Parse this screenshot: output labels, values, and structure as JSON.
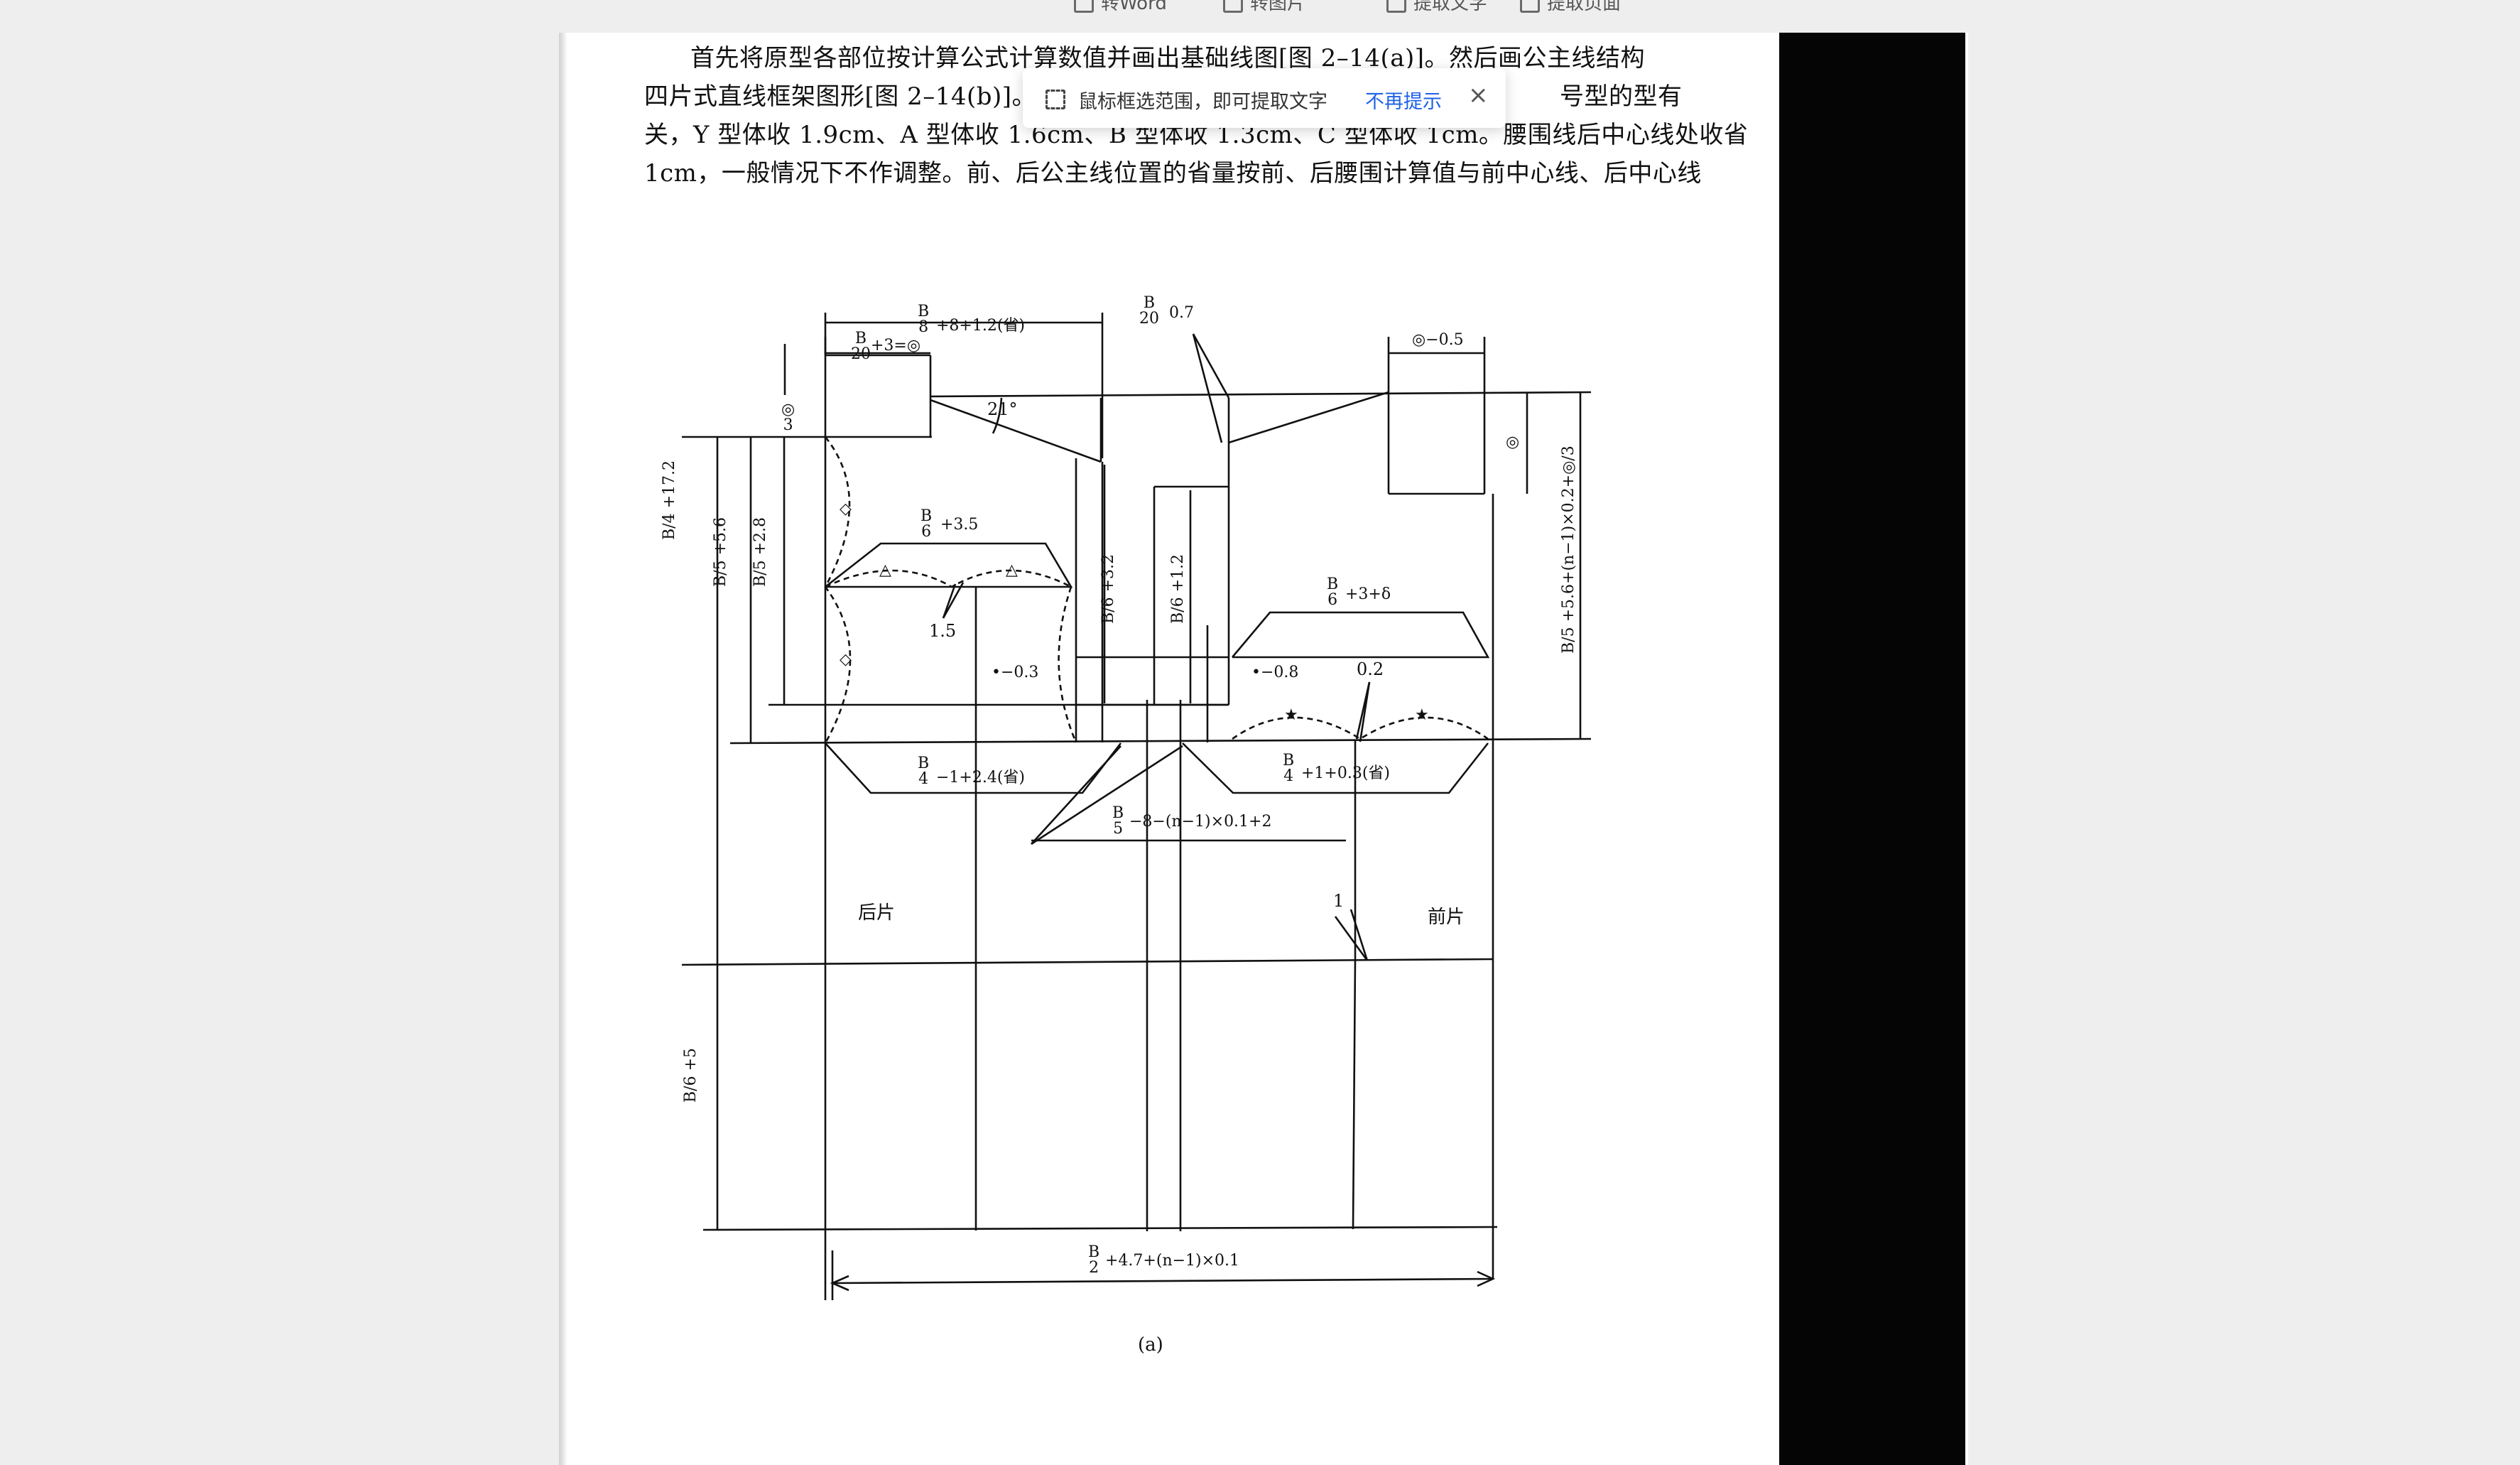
{
  "toolbar": {
    "items": [
      {
        "label": "转Word",
        "icon": "word-icon"
      },
      {
        "label": "转图片",
        "icon": "image-icon"
      },
      {
        "label": "提取文字",
        "icon": "extract-text-icon"
      },
      {
        "label": "提取页面",
        "icon": "extract-page-icon"
      }
    ]
  },
  "ocr_tip": {
    "message": "鼠标框选范围，即可提取文字",
    "dismiss_link": "不再提示",
    "close_glyph": "×"
  },
  "body_text": {
    "line1": "首先将原型各部位按计算公式计算数值并画出基础线图[图 2–14(a)]。然后画公主线结构",
    "line2_left": "四片式直线框架图形[图 2–14(b)]。",
    "line2_right": "号型的型有",
    "line3": "关，Y 型体收 1.9cm、A 型体收 1.6cm、B 型体收 1.3cm、C 型体收 1cm。腰围线后中心线处收省",
    "line4": "1cm，一般情况下不作调整。前、后公主线位置的省量按前、后腰围计算值与前中心线、后中心线"
  },
  "figure": {
    "caption": "(a)",
    "labels": {
      "back_piece": "后片",
      "front_piece": "前片",
      "angle_21": "21°",
      "v_1_5": "1.5",
      "v_0_2": "0.2",
      "v_1": "1",
      "b_over_20_plus3": "+3=◎",
      "b_over_8_top": "+8+1.2(省)",
      "b_over_20_0_7": "0.7",
      "circ_minus_0_5": "◎−0.5",
      "circ_over_3": "◎",
      "circ_right": "◎",
      "b6_plus3_5": "+3.5",
      "b6_plus3_delta": "+3+δ",
      "dot_minus_0_3": "•−0.3",
      "dot_minus_0_8": "•−0.8",
      "b4_minus1_2_4": "−1+2.4(省)",
      "b4_plus1_0_3": "+1+0.3(省)",
      "b5_8": "−8−(n−1)×0.1+2",
      "b2_4_7": "+4.7+(n−1)×0.1",
      "b4_plus17_2": "+17.2",
      "b5_plus5_6": "+5.6",
      "b5_plus2_8": "+2.8",
      "b6_plus3_2": "+3.2",
      "b6_plus1_2": "+1.2",
      "b6_plus5": "+5",
      "b5_right": "+5.6+(n−1)×0.2+",
      "frac_b": "B",
      "den_20": "20",
      "den_8": "8",
      "den_6": "6",
      "den_4": "4",
      "den_5": "5",
      "den_2": "2",
      "den_3": "3",
      "triangle": "△",
      "diamond": "◇",
      "star": "★"
    }
  }
}
